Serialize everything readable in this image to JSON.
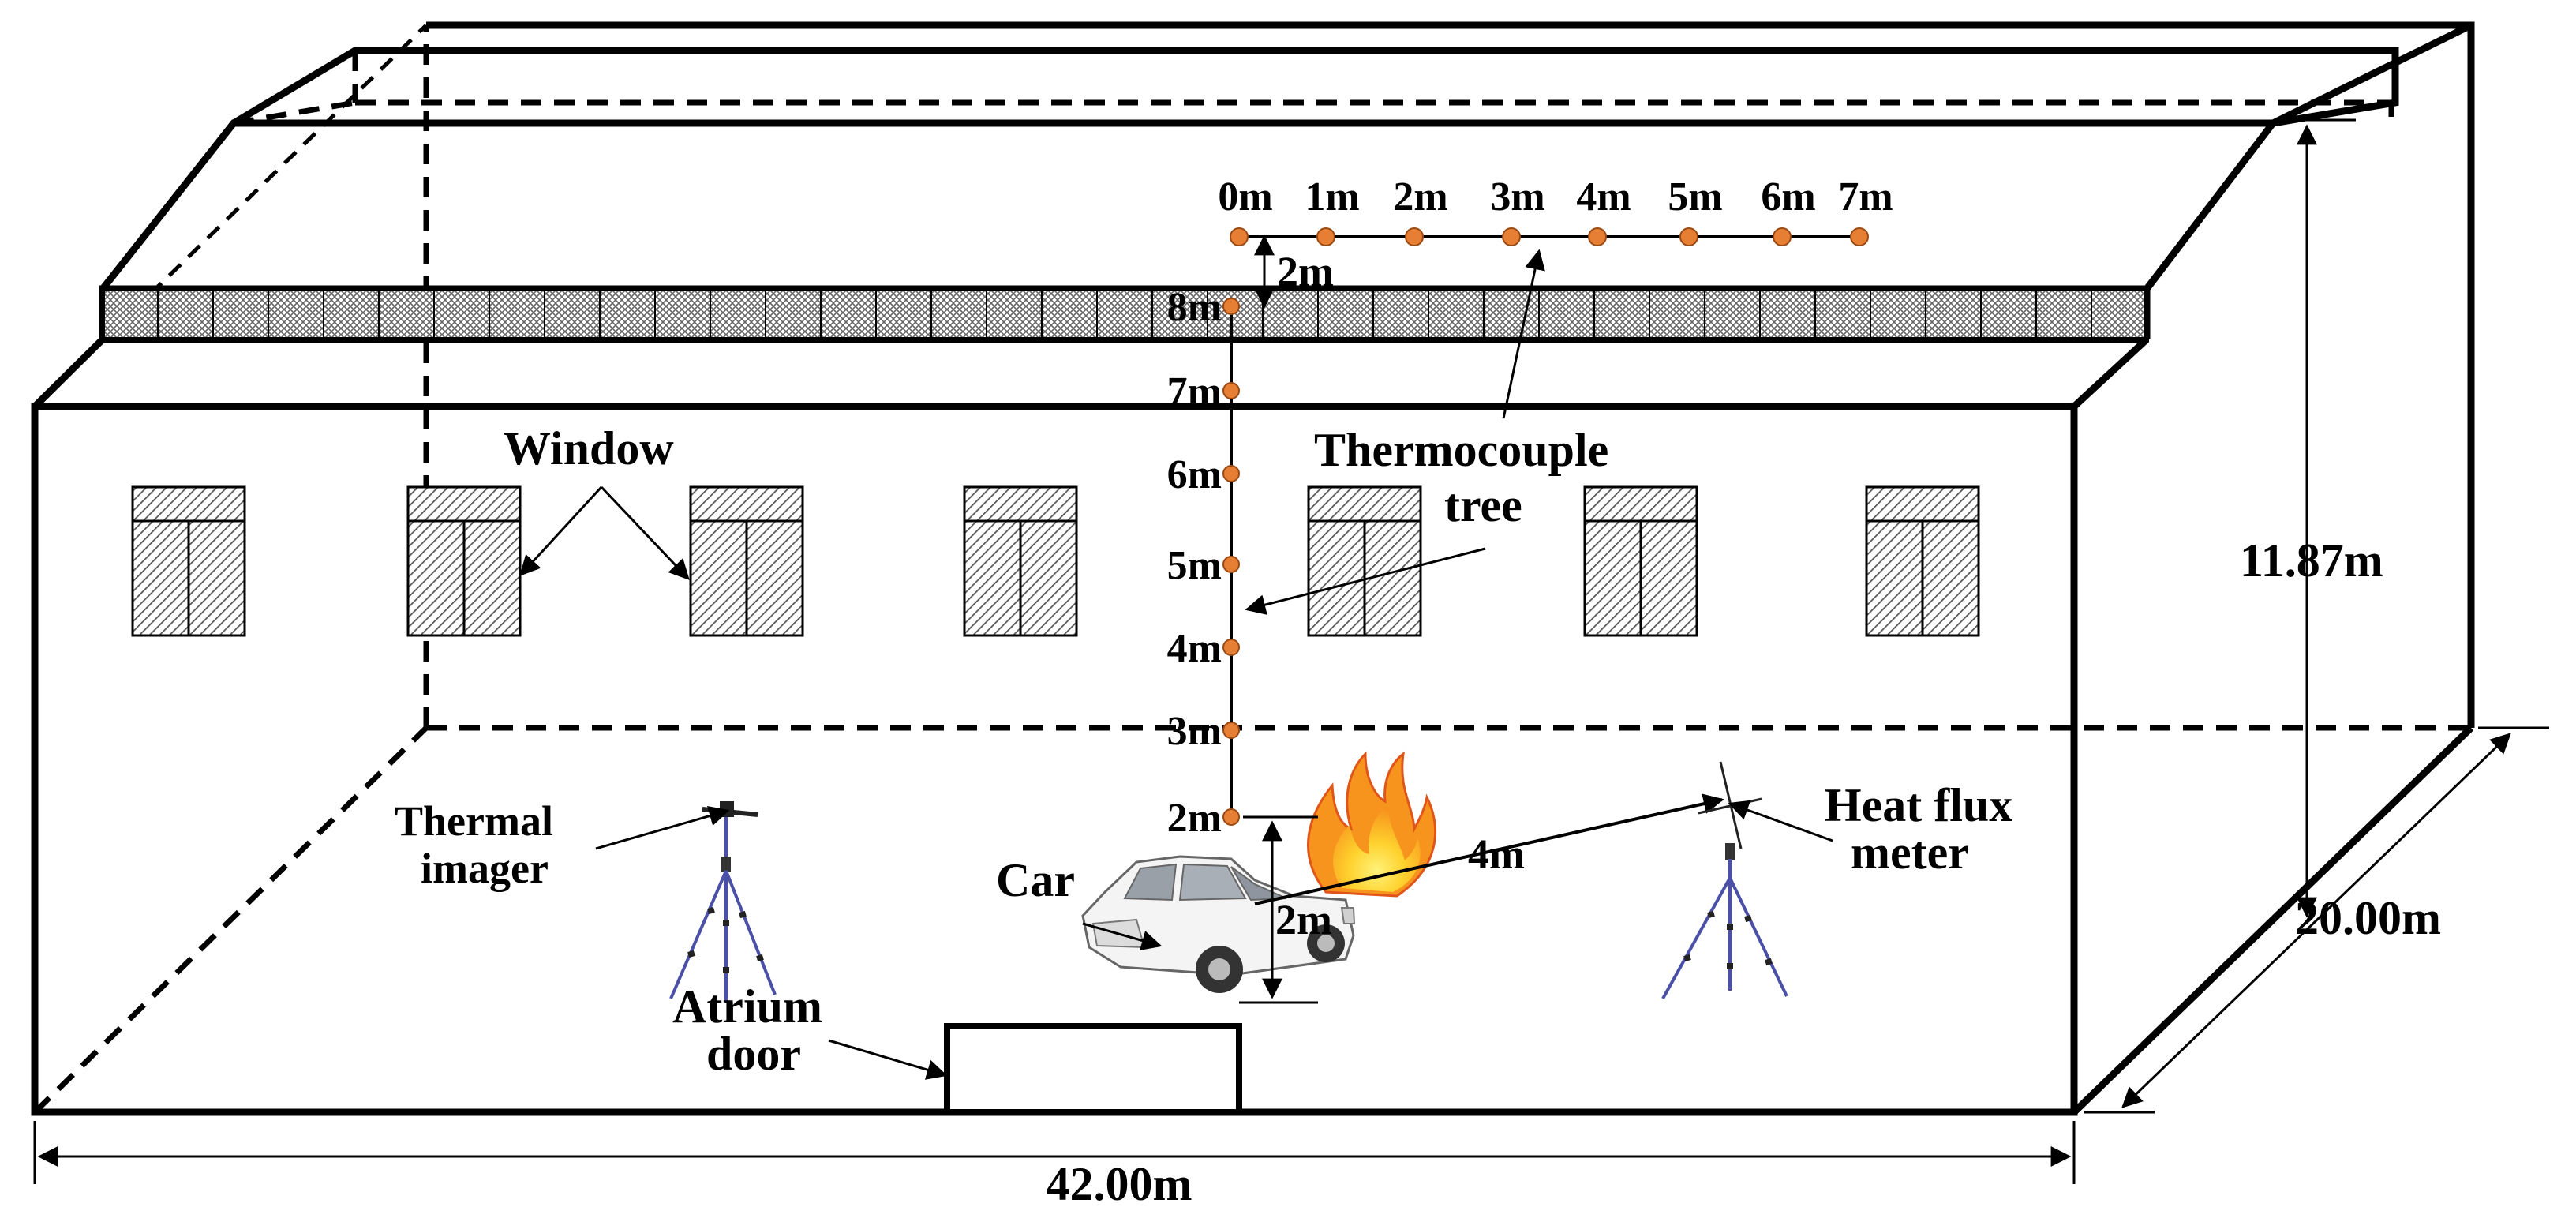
{
  "labels": {
    "window": "Window",
    "thermocouple_tree_1": "Thermocouple",
    "thermocouple_tree_2": "tree",
    "thermal_imager_1": "Thermal",
    "thermal_imager_2": "imager",
    "atrium_door_1": "Atrium",
    "atrium_door_2": "door",
    "car": "Car",
    "heat_flux_meter_1": "Heat flux",
    "heat_flux_meter_2": "meter"
  },
  "dimensions": {
    "length": "42.00m",
    "width": "20.00m",
    "height": "11.87m",
    "tree_top_gap": "2m",
    "car_to_meter": "4m",
    "fire_height": "2m"
  },
  "vertical_ticks": [
    "8m",
    "7m",
    "6m",
    "5m",
    "4m",
    "3m",
    "2m"
  ],
  "horizontal_ticks": [
    "0m",
    "1m",
    "2m",
    "3m",
    "4m",
    "5m",
    "6m",
    "7m"
  ],
  "colors": {
    "thermocouple": "#E67E33",
    "tripod": "#4A4FA8",
    "flame_outer": "#F7941D",
    "flame_inner": "#FFE23F"
  },
  "icons": {
    "car": "car-icon",
    "fire": "fire-icon",
    "tripod": "tripod-icon"
  }
}
